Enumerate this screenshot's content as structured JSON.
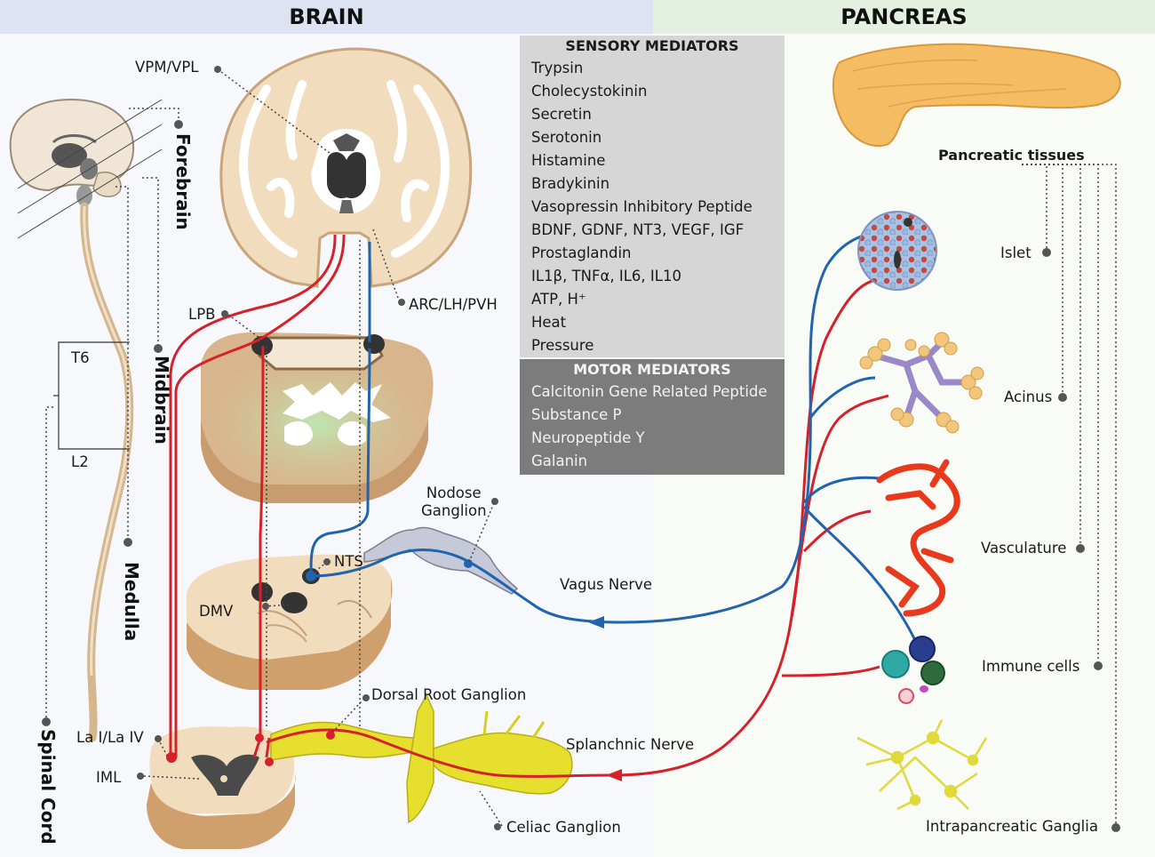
{
  "headers": {
    "left": "BRAIN",
    "right": "PANCREAS"
  },
  "colors": {
    "brain_band": "#dde3f3",
    "pancreas_band": "#e5f1e0",
    "sensory_box": "#d6d6d6",
    "motor_box": "#7c7c7c",
    "afferent": "#d6202a",
    "efferent": "#1f64ad"
  },
  "icons": [
    "sagittal-brain-icon",
    "coronal-brain-icon",
    "midbrain-section-icon",
    "medulla-section-icon",
    "spinal-cord-section-icon",
    "pancreas-icon",
    "islet-icon",
    "acinus-icon",
    "vasculature-icon",
    "immune-cells-icon",
    "ganglia-icon"
  ],
  "levels": {
    "forebrain": "Forebrain",
    "midbrain": "Midbrain",
    "medulla": "Medulla",
    "spinal_cord": "Spinal Cord",
    "t6": "T6",
    "l2": "L2"
  },
  "brain_labels": {
    "vpm": "VPM/VPL",
    "arc": "ARC/LH/PVH",
    "lpb": "LPB",
    "nts": "NTS",
    "dmv": "DMV",
    "lai": "La I/La IV",
    "iml": "IML",
    "nodose": "Nodose\nGanglion",
    "drg": "Dorsal Root Ganglion",
    "celiac": "Celiac Ganglion",
    "vagus": "Vagus Nerve",
    "splanchnic": "Splanchnic Nerve"
  },
  "sensory": {
    "title": "SENSORY MEDIATORS",
    "items": [
      "Trypsin",
      "Cholecystokinin",
      "Secretin",
      "Serotonin",
      "Histamine",
      "Bradykinin",
      "Vasopressin Inhibitory Peptide",
      "BDNF, GDNF, NT3, VEGF, IGF",
      "Prostaglandin",
      "IL1β, TNFα, IL6, IL10",
      "ATP, H⁺",
      "Heat",
      "Pressure"
    ]
  },
  "motor": {
    "title": "MOTOR MEDIATORS",
    "items": [
      "Calcitonin Gene Related Peptide",
      "Substance P",
      "Neuropeptide Y",
      "Galanin"
    ]
  },
  "pancreas": {
    "tissues_title": "Pancreatic tissues",
    "islet": "Islet",
    "acinus": "Acinus",
    "vasculature": "Vasculature",
    "immune": "Immune cells",
    "ganglia": "Intrapancreatic Ganglia"
  }
}
